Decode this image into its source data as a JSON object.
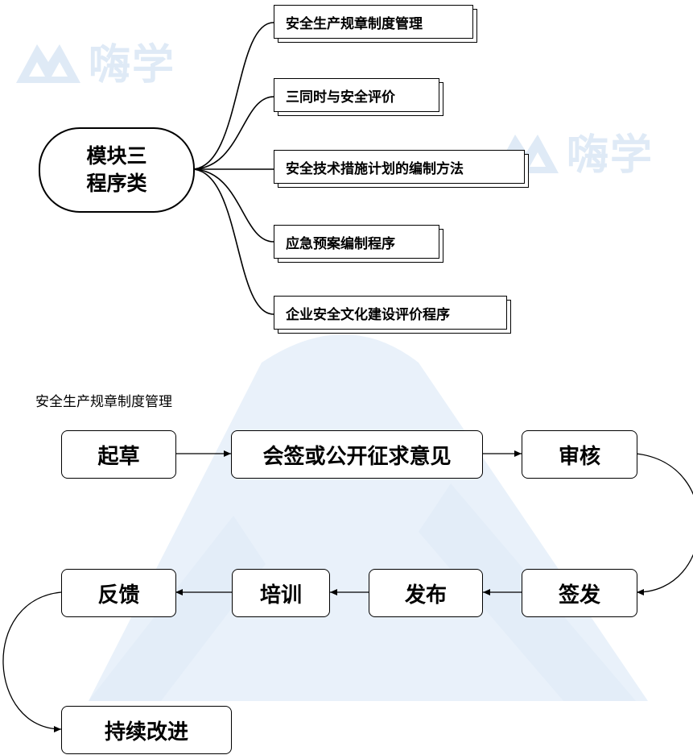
{
  "watermark": {
    "text": "嗨学",
    "color": "#dfeaf6"
  },
  "mindmap": {
    "root": {
      "line1": "模块三",
      "line2": "程序类"
    },
    "branches": [
      {
        "label": "安全生产规章制度管理"
      },
      {
        "label": "三同时与安全评价"
      },
      {
        "label": "安全技术措施计划的编制方法"
      },
      {
        "label": "应急预案编制程序"
      },
      {
        "label": "企业安全文化建设评价程序"
      }
    ]
  },
  "flow": {
    "caption": "安全生产规章制度管理",
    "steps": [
      {
        "label": "起草"
      },
      {
        "label": "会签或公开征求意见"
      },
      {
        "label": "审核"
      },
      {
        "label": "签发"
      },
      {
        "label": "发布"
      },
      {
        "label": "培训"
      },
      {
        "label": "反馈"
      },
      {
        "label": "持续改进"
      }
    ]
  }
}
